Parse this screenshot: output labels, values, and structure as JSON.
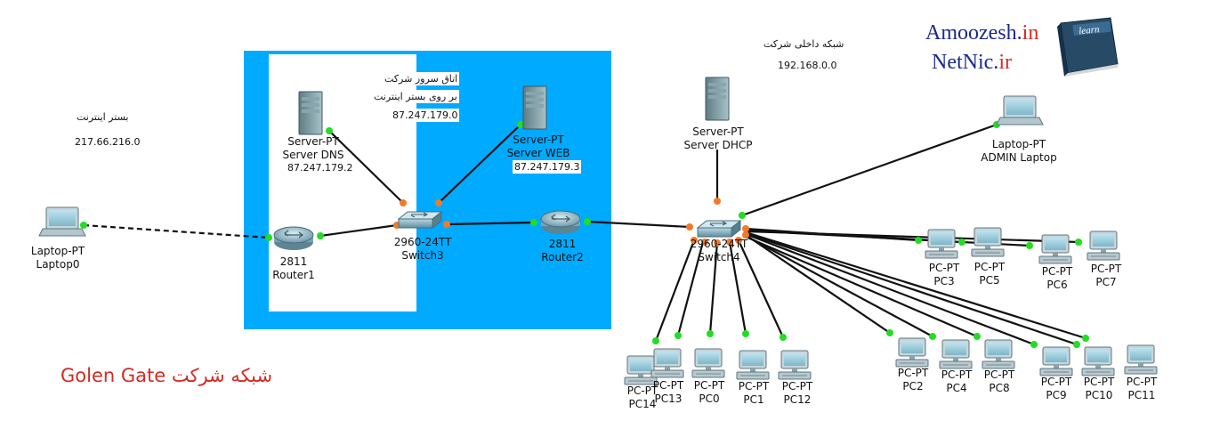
{
  "title": "شبکه شرکت Golen Gate",
  "brand": {
    "line1_main": "Amoozesh.",
    "line1_accent": "in",
    "line2_main": "NetNic.",
    "line2_accent": "ir",
    "book_label": "learn"
  },
  "zones": {
    "internet_label": "بستر اینترنت",
    "internet_ip": "217.66.216.0",
    "server_room_line1": "اتاق سرور شرکت",
    "server_room_line2": "بر روی بستر اینترنت",
    "server_room_ip": "87.247.179.0",
    "lan_label": "شبکه داخلی شرکت",
    "lan_ip": "192.168.0.0"
  },
  "devices": {
    "laptop0": {
      "model": "Laptop-PT",
      "name": "Laptop0"
    },
    "router1": {
      "model": "2811",
      "name": "Router1"
    },
    "server_dns": {
      "model": "Server-PT",
      "name": "Server DNS",
      "ip": "87.247.179.2"
    },
    "switch3": {
      "model": "2960-24TT",
      "name": "Switch3"
    },
    "server_web": {
      "model": "Server-PT",
      "name": "Server WEB",
      "ip": "87.247.179.3"
    },
    "router2": {
      "model": "2811",
      "name": "Router2"
    },
    "server_dhcp": {
      "model": "Server-PT",
      "name": "Server DHCP"
    },
    "switch4": {
      "model": "2960-24TT",
      "name": "Switch4"
    },
    "admin_laptop": {
      "model": "Laptop-PT",
      "name": "ADMIN Laptop"
    },
    "pcs": [
      {
        "model": "PC-PT",
        "name": "PC3"
      },
      {
        "model": "PC-PT",
        "name": "PC5"
      },
      {
        "model": "PC-PT",
        "name": "PC6"
      },
      {
        "model": "PC-PT",
        "name": "PC7"
      },
      {
        "model": "PC-PT",
        "name": "PC14"
      },
      {
        "model": "PC-PT",
        "name": "PC13"
      },
      {
        "model": "PC-PT",
        "name": "PC0"
      },
      {
        "model": "PC-PT",
        "name": "PC1"
      },
      {
        "model": "PC-PT",
        "name": "PC12"
      },
      {
        "model": "PC-PT",
        "name": "PC2"
      },
      {
        "model": "PC-PT",
        "name": "PC4"
      },
      {
        "model": "PC-PT",
        "name": "PC8"
      },
      {
        "model": "PC-PT",
        "name": "PC9"
      },
      {
        "model": "PC-PT",
        "name": "PC10"
      },
      {
        "model": "PC-PT",
        "name": "PC11"
      }
    ]
  },
  "colors": {
    "dmz_zone": "#00aaff",
    "link": "#111111",
    "port_up": "#22dd22",
    "port_other": "#f07a2a",
    "title": "#d42b24",
    "brand": "#1a2a88"
  }
}
